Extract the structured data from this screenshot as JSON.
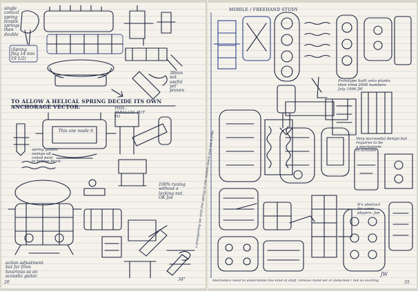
{
  "left_page": {
    "top_note": [
      "single",
      "conical",
      "spring",
      "tensile",
      "springs",
      "then",
      "double"
    ],
    "dimension_note": "(Spring flag 14 mm 19 1/2)",
    "heading": "TO ALLOW A HELICAL SPRING DECIDE ITS OWN ANCHORAGE VECTOR.",
    "margin_note_right": [
      "38mm",
      "not",
      "useful",
      "yet",
      "proven"
    ],
    "small_label_1": "This one made it",
    "small_label_2": "THIS - PARALLEL PUT TO",
    "spring_note": [
      "spring guides",
      "swings all",
      "rolled bent",
      "to bridge block"
    ],
    "mid_note": [
      "100% tuning",
      "without a",
      "locking nut.",
      "OK Joe"
    ],
    "bottom_note": [
      "action adjustment",
      "but far from",
      "luxurious as an",
      "acoustic guitar."
    ],
    "page_corner": "20",
    "angle_label": "34°"
  },
  "right_page": {
    "heading": "MOBILE / FREEHAND STUDY",
    "note_top": [
      "Prototype built onto planks",
      "then tried 2000 numbers",
      "July 1996 JW"
    ],
    "note_mid": [
      "Very successful design but",
      "requires to be",
      "a mechanism",
      "to activate"
    ],
    "note_low": [
      "It's abstract",
      "for some",
      "players. Joe"
    ],
    "vertical_note": "Consequently we shift the spring to the middle block and set it free.",
    "bottom_note": "Mechanics need to understand this kind of stuff, remove mind set or detached / not so exciting",
    "page_corner": "35",
    "signature": "JW"
  }
}
